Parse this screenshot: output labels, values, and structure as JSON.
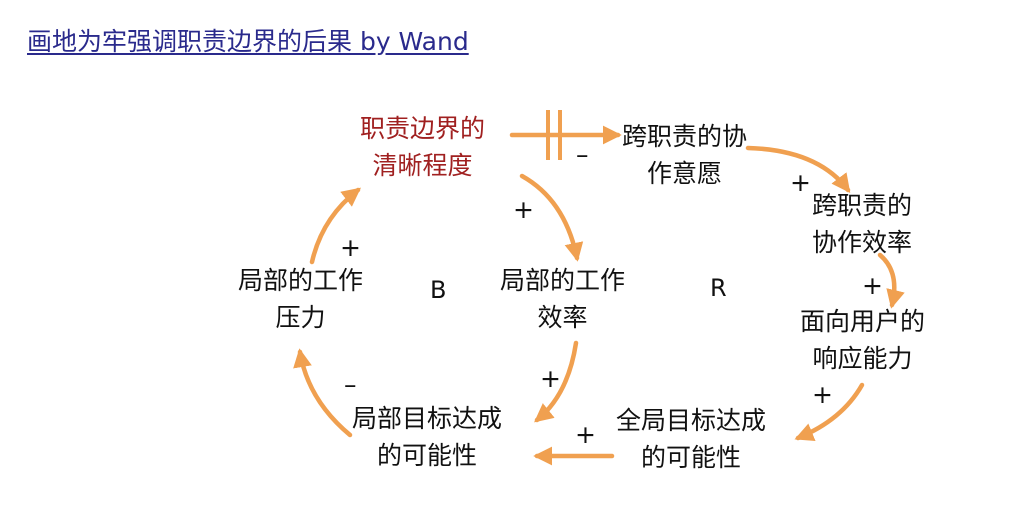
{
  "title": "画地为牢强调职责边界的后果 by Wand",
  "colors": {
    "arrow": "#f0a050",
    "emphasis_node": "#a02020",
    "title": "#2a2a8c"
  },
  "nodes": {
    "boundary_clarity": [
      "职责边界的",
      "清晰程度"
    ],
    "cross_willingness": [
      "跨职责的协",
      "作意愿"
    ],
    "cross_efficiency": [
      "跨职责的",
      "协作效率"
    ],
    "user_response": [
      "面向用户的",
      "响应能力"
    ],
    "global_goal": [
      "全局目标达成",
      "的可能性"
    ],
    "local_goal": [
      "局部目标达成",
      "的可能性"
    ],
    "local_pressure": [
      "局部的工作",
      "压力"
    ],
    "local_efficiency": [
      "局部的工作",
      "效率"
    ]
  },
  "links": [
    {
      "from": "boundary_clarity",
      "to": "cross_willingness",
      "polarity": "–",
      "delay": true
    },
    {
      "from": "cross_willingness",
      "to": "cross_efficiency",
      "polarity": "+"
    },
    {
      "from": "cross_efficiency",
      "to": "user_response",
      "polarity": "+"
    },
    {
      "from": "user_response",
      "to": "global_goal",
      "polarity": "+"
    },
    {
      "from": "global_goal",
      "to": "local_goal",
      "polarity": "+"
    },
    {
      "from": "local_goal",
      "to": "local_pressure",
      "polarity": "–"
    },
    {
      "from": "local_pressure",
      "to": "boundary_clarity",
      "polarity": "+"
    },
    {
      "from": "boundary_clarity",
      "to": "local_efficiency",
      "polarity": "+"
    },
    {
      "from": "local_efficiency",
      "to": "local_goal",
      "polarity": "+"
    }
  ],
  "loops": {
    "balancing": "B",
    "reinforcing": "R"
  }
}
